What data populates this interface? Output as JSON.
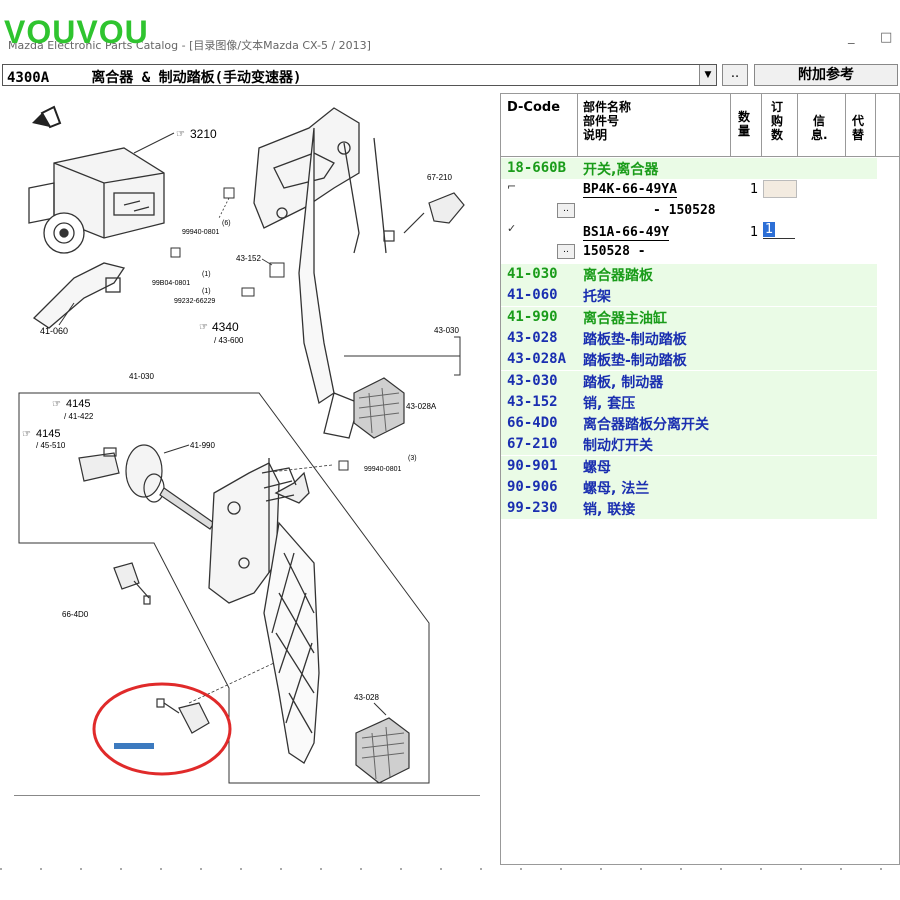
{
  "watermark": "VOUVOU",
  "window": {
    "title": "Mazda Electronic Parts Catalog - [目录图像/文本Mazda CX-5 / 2013]",
    "min": "_",
    "max": "□"
  },
  "toolbar": {
    "group_code": "4300A",
    "group_name": "离合器 & 制动踏板(手动变速器)",
    "dots_label": "..",
    "extra_label": "附加参考"
  },
  "diagram_labels": {
    "l3210": "3210",
    "l67210": "67-210",
    "l99940_0801a": "99940-0801",
    "l6": "(6)",
    "l43152": "43-152",
    "l99b04": "99B04-0801",
    "l1a": "(1)",
    "l99232": "99232-66229",
    "l1b": "(1)",
    "l41060": "41-060",
    "l4340": "4340",
    "l43600": "/ 43-600",
    "l43030": "43-030",
    "l41030": "41-030",
    "l4145a": "4145",
    "l41422": "/ 41-422",
    "l4145b": "4145",
    "l45510": "/ 45-510",
    "l41990": "41-990",
    "l43028a": "43-028A",
    "l99940_0801b": "99940-0801",
    "l3": "(3)",
    "l664d0": "66-4D0",
    "l43028": "43-028"
  },
  "panel": {
    "headers": {
      "dcode": "D-Code",
      "name1": "部件名称",
      "name2": "部件号",
      "name3": "说明",
      "qty": "数量",
      "order1": "订",
      "order2": "购",
      "order3": "数",
      "info1": "信",
      "info2": "息.",
      "sub1": "代",
      "sub2": "替"
    },
    "selected": {
      "code": "18-660B",
      "name": "开关,离合器",
      "parts": [
        {
          "pn": "BP4K-66-49YA",
          "qty": "1",
          "range": "- 150528",
          "dots": ".."
        },
        {
          "pn": "BS1A-66-49Y",
          "qty": "1",
          "order": "1",
          "range": "150528  -",
          "dots": "..",
          "check": "✓"
        }
      ]
    },
    "items": [
      {
        "code": "41-030",
        "name": "离合器踏板",
        "color": "green"
      },
      {
        "code": "41-060",
        "name": "托架",
        "color": "blue"
      },
      {
        "code": "41-990",
        "name": "离合器主油缸",
        "color": "green"
      },
      {
        "code": "43-028",
        "name": "踏板垫-制动踏板",
        "color": "blue"
      },
      {
        "code": "43-028A",
        "name": "踏板垫-制动踏板",
        "color": "blue"
      },
      {
        "code": "43-030",
        "name": "踏板, 制动器",
        "color": "blue"
      },
      {
        "code": "43-152",
        "name": "销, 套压",
        "color": "blue"
      },
      {
        "code": "66-4D0",
        "name": "离合器踏板分离开关",
        "color": "blue"
      },
      {
        "code": "67-210",
        "name": "制动灯开关",
        "color": "blue"
      },
      {
        "code": "90-901",
        "name": "螺母",
        "color": "blue"
      },
      {
        "code": "90-906",
        "name": "螺母, 法兰",
        "color": "blue"
      },
      {
        "code": "99-230",
        "name": "销, 联接",
        "color": "blue"
      }
    ]
  }
}
